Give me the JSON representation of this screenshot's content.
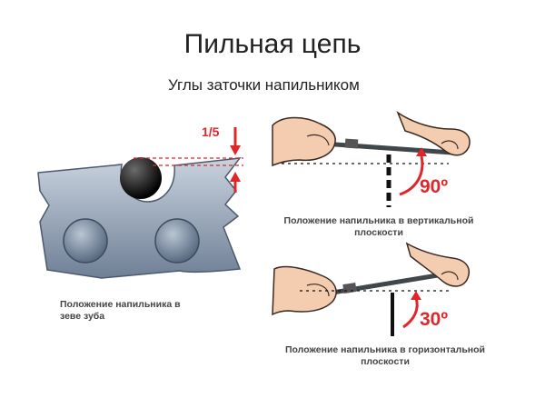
{
  "title": "Пильная цепь",
  "subtitle": "Углы заточки напильником",
  "labels": {
    "fraction": "1/5",
    "angle_vertical": "90º",
    "angle_horizontal": "30º",
    "caption_tooth_line1": "Положение напильника в",
    "caption_tooth_line2": "зеве зуба",
    "caption_vertical_line1": "Положение напильника в вертикальной",
    "caption_vertical_line2": "плоскости",
    "caption_horizontal_line1": "Положение напильника в горизонтальной",
    "caption_horizontal_line2": "плоскости"
  },
  "colors": {
    "accent_red": "#e0262b",
    "steel": "#7f8fa4",
    "skin": "#f4cdb0",
    "file_shaft": "#3f474a",
    "dashed": "#111111"
  }
}
